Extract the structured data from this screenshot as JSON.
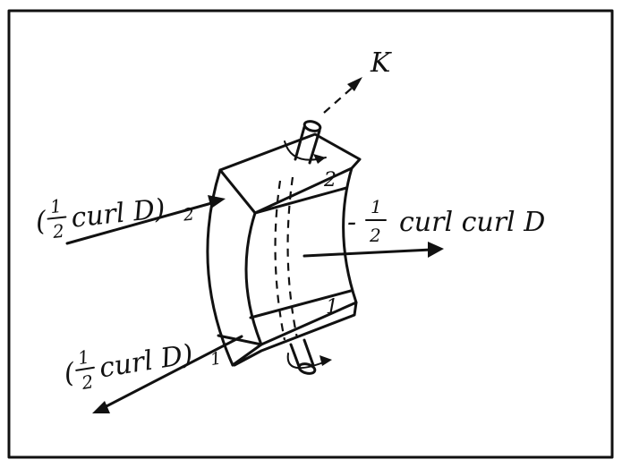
{
  "labels": {
    "k": "K",
    "face_top": "2",
    "face_bottom": "1",
    "curl2": {
      "open": "(",
      "num": "1",
      "den": "2",
      "text": "curl D)",
      "sub": "2"
    },
    "curl1": {
      "open": "(",
      "num": "1",
      "den": "2",
      "text": "curl D)",
      "sub": "1"
    },
    "curlcurl": {
      "prefix": "-",
      "num": "1",
      "den": "2",
      "text": "curl curl D"
    }
  }
}
